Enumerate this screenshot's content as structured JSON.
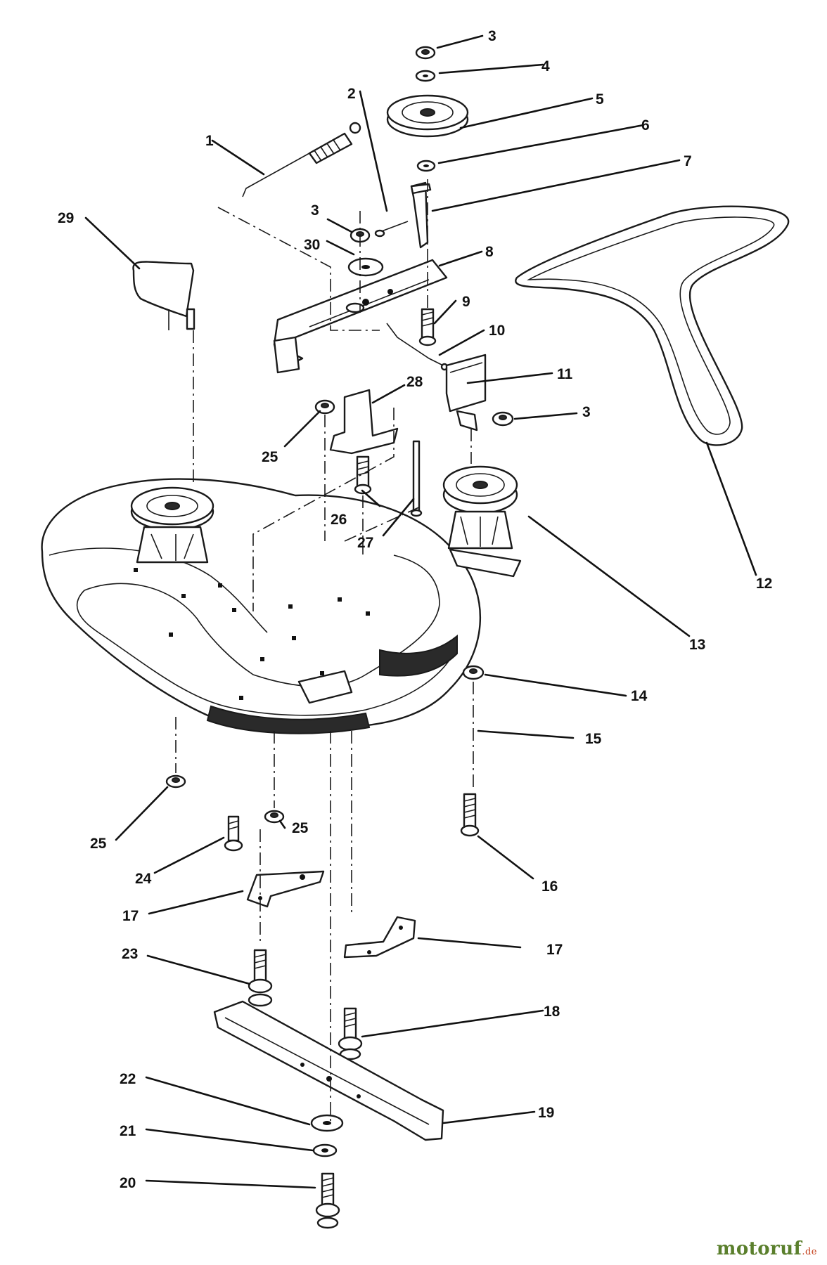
{
  "diagram": {
    "callouts": [
      "1",
      "2",
      "3",
      "4",
      "5",
      "6",
      "7",
      "8",
      "9",
      "10",
      "11",
      "12",
      "13",
      "14",
      "15",
      "16",
      "17",
      "18",
      "19",
      "20",
      "21",
      "22",
      "23",
      "24",
      "25",
      "26",
      "27",
      "28",
      "29",
      "30"
    ],
    "callout_repeats": {
      "3b": "3",
      "3c": "3",
      "17b": "17",
      "25b": "25",
      "25c": "25"
    }
  },
  "watermark": {
    "main": "motoruf",
    "tld": ".de"
  }
}
